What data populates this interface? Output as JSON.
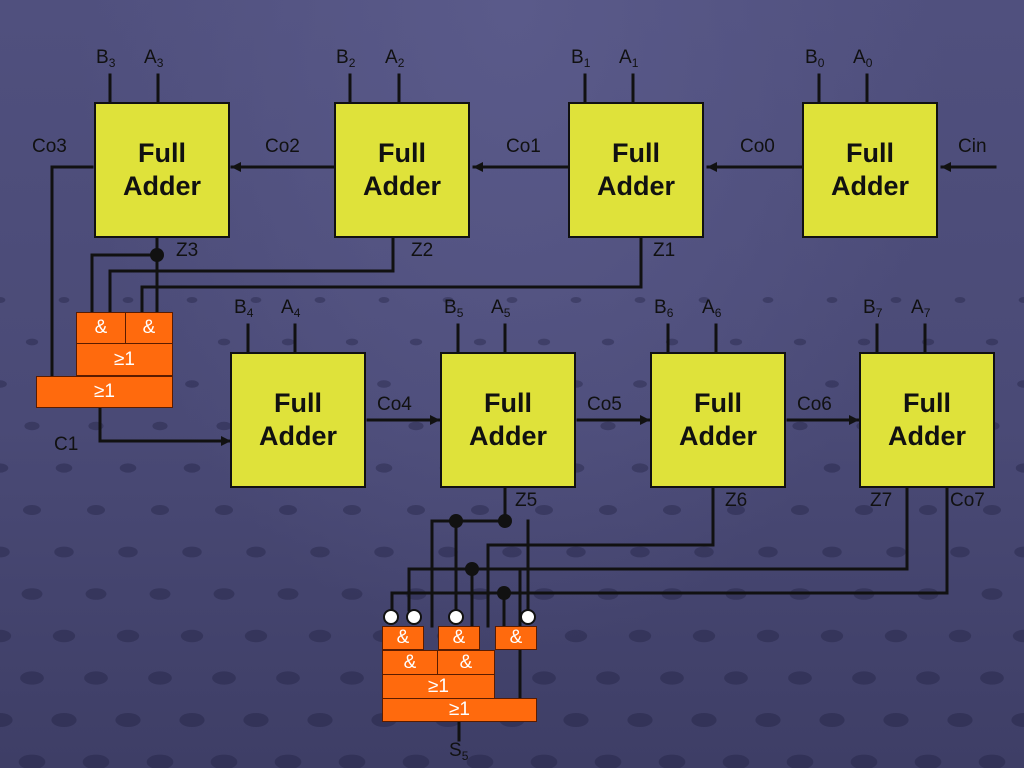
{
  "diagram": {
    "full_adder_label": [
      "Full",
      "Adder"
    ],
    "inputs": [
      {
        "b": "B",
        "a": "A",
        "idx": "3"
      },
      {
        "b": "B",
        "a": "A",
        "idx": "2"
      },
      {
        "b": "B",
        "a": "A",
        "idx": "1"
      },
      {
        "b": "B",
        "a": "A",
        "idx": "0"
      },
      {
        "b": "B",
        "a": "A",
        "idx": "4"
      },
      {
        "b": "B",
        "a": "A",
        "idx": "5"
      },
      {
        "b": "B",
        "a": "A",
        "idx": "6"
      },
      {
        "b": "B",
        "a": "A",
        "idx": "7"
      }
    ],
    "carries": {
      "co3": "Co3",
      "co2": "Co2",
      "co1": "Co1",
      "co0": "Co0",
      "cin": "Cin",
      "co4": "Co4",
      "co5": "Co5",
      "co6": "Co6",
      "co7": "Co7",
      "c1": "C1"
    },
    "sums": {
      "z1": "Z1",
      "z2": "Z2",
      "z3": "Z3",
      "z5": "Z5",
      "z6": "Z6",
      "z7": "Z7"
    },
    "output": {
      "s": "S",
      "idx": "5"
    },
    "gates": {
      "and": "&",
      "or": "≥1"
    },
    "colors": {
      "adder_fill": "#dfe23a",
      "gate_fill": "#ff6a0d",
      "wire": "#111111",
      "background": "#4d4d7a"
    }
  }
}
